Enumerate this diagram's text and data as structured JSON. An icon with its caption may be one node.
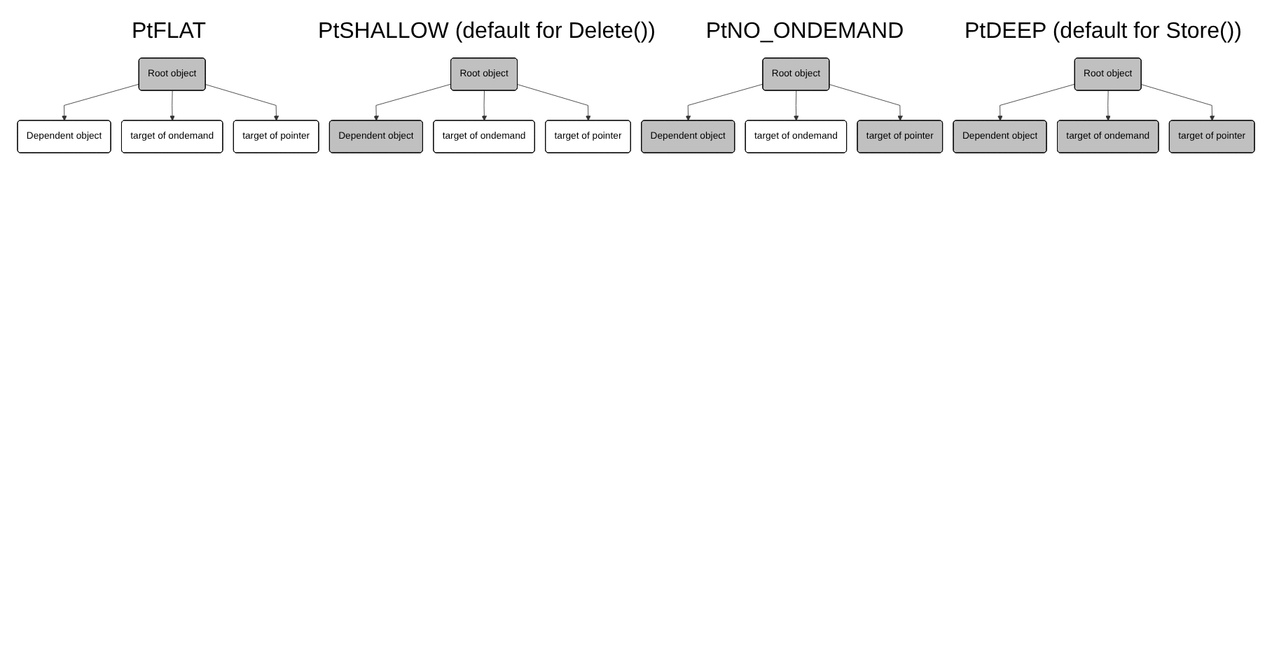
{
  "diagram": {
    "nodes": [
      {
        "text": [
          "Root object"
        ]
      },
      {
        "text": [
          "Dependent object"
        ]
      },
      {
        "text": [
          "target of ondemand"
        ]
      },
      {
        "text": [
          "target of pointer"
        ]
      },
      {
        "text": [
          "Root object"
        ]
      },
      {
        "text": [
          "Dependent object"
        ]
      },
      {
        "text": [
          "target of ondemand"
        ]
      },
      {
        "text": [
          "target of pointer"
        ]
      },
      {
        "text": [
          "Root object"
        ]
      },
      {
        "text": [
          "Dependent object"
        ]
      },
      {
        "text": [
          "target of ondemand"
        ]
      },
      {
        "text": [
          "target of pointer"
        ]
      },
      {
        "text": [
          "Root object"
        ]
      },
      {
        "text": [
          "Dependent object"
        ]
      },
      {
        "text": [
          "target of ondemand"
        ]
      },
      {
        "text": [
          "target of pointer"
        ]
      }
    ],
    "edges": [
      {
        "from": 0,
        "to": 1,
        "arrow": "to"
      },
      {
        "from": 0,
        "to": 2,
        "arrow": "to"
      },
      {
        "from": 0,
        "to": 3,
        "arrow": "to"
      },
      {
        "from": 4,
        "to": 5,
        "arrow": "to"
      },
      {
        "from": 4,
        "to": 6,
        "arrow": "to"
      },
      {
        "from": 4,
        "to": 7,
        "arrow": "to"
      },
      {
        "from": 8,
        "to": 9,
        "arrow": "to"
      },
      {
        "from": 8,
        "to": 10,
        "arrow": "to"
      },
      {
        "from": 8,
        "to": 11,
        "arrow": "to"
      },
      {
        "from": 12,
        "to": 13,
        "arrow": "to"
      },
      {
        "from": 12,
        "to": 14,
        "arrow": "to"
      },
      {
        "from": 12,
        "to": 15,
        "arrow": "to"
      }
    ],
    "labels": [
      "PtFLAT",
      "PtSHALLOW (default for Delete())",
      "PtNO_ONDEMAND",
      "PtDEEP (default for Store())"
    ]
  }
}
